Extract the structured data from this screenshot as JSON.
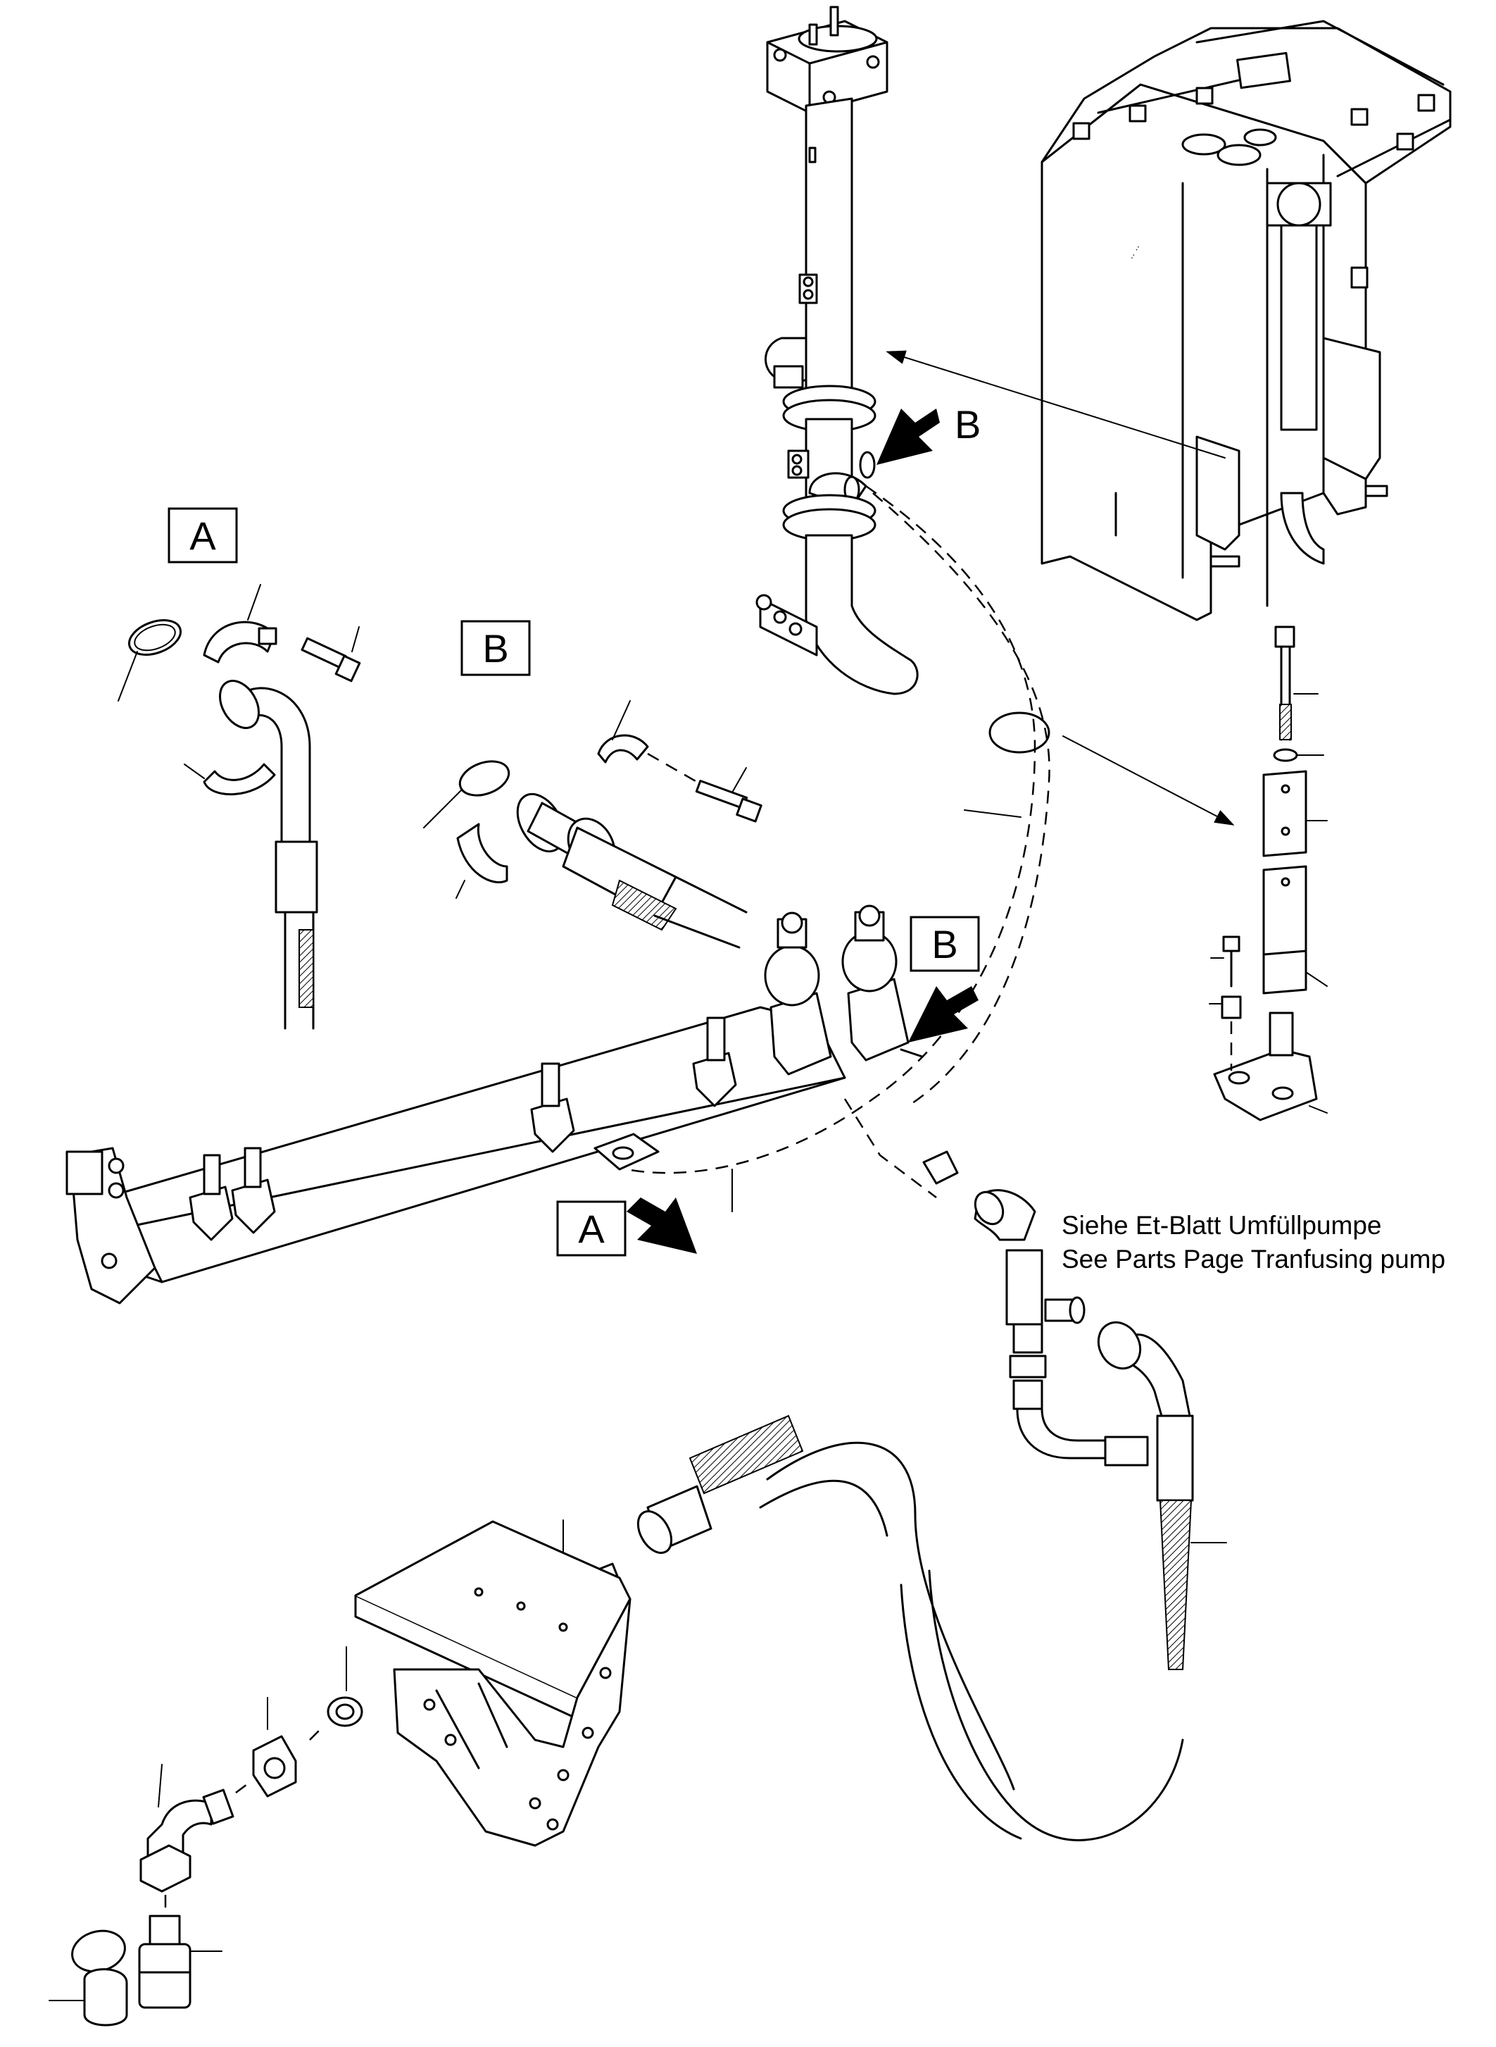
{
  "labels": {
    "section_a": "A",
    "section_b": "B"
  },
  "note": {
    "line1": "Siehe Et-Blatt Umfüllpumpe",
    "line2": "See Parts Page Tranfusing pump"
  }
}
